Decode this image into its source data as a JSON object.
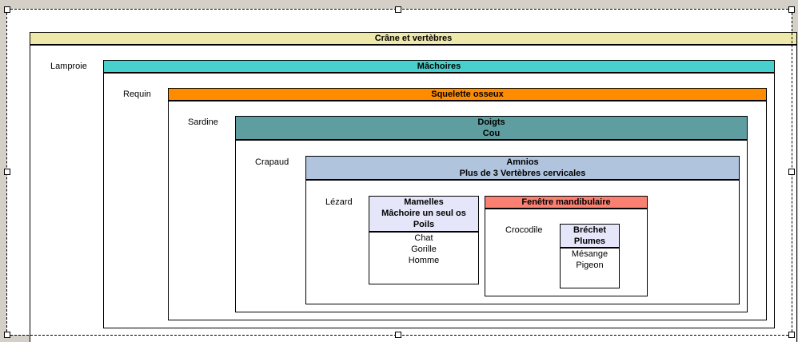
{
  "diagram": {
    "title": "Crâne et vertèbres",
    "colors": {
      "crane": "#eee8aa",
      "machoires": "#48d1cc",
      "squelette": "#ff8c00",
      "doigts": "#5f9ea0",
      "amnios": "#b0c4de",
      "mamelles": "#e6e6fa",
      "fenetre": "#fa8072",
      "brechet": "#e6e6fa",
      "background": "#d4d0c8"
    },
    "groups": [
      {
        "id": "crane",
        "header": [
          "Crâne et vertèbres"
        ],
        "label": "Lamproie"
      },
      {
        "id": "machoires",
        "header": [
          "Mâchoires"
        ],
        "label": "Requin"
      },
      {
        "id": "squelette",
        "header": [
          "Squelette osseux"
        ],
        "label": "Sardine"
      },
      {
        "id": "doigts",
        "header": [
          "Doigts",
          "Cou"
        ],
        "label": "Crapaud"
      },
      {
        "id": "amnios",
        "header": [
          "Amnios",
          "Plus de 3 Vertèbres cervicales"
        ],
        "label": "Lézard"
      },
      {
        "id": "mamelles",
        "header": [
          "Mamelles",
          "Mâchoire un seul os",
          "Poils"
        ],
        "members": [
          "Chat",
          "Gorille",
          "Homme"
        ]
      },
      {
        "id": "fenetre",
        "header": [
          "Fenêtre mandibulaire"
        ],
        "label": "Crocodile"
      },
      {
        "id": "brechet",
        "header": [
          "Bréchet",
          "Plumes"
        ],
        "members": [
          "Mésange",
          "Pigeon"
        ]
      }
    ]
  }
}
